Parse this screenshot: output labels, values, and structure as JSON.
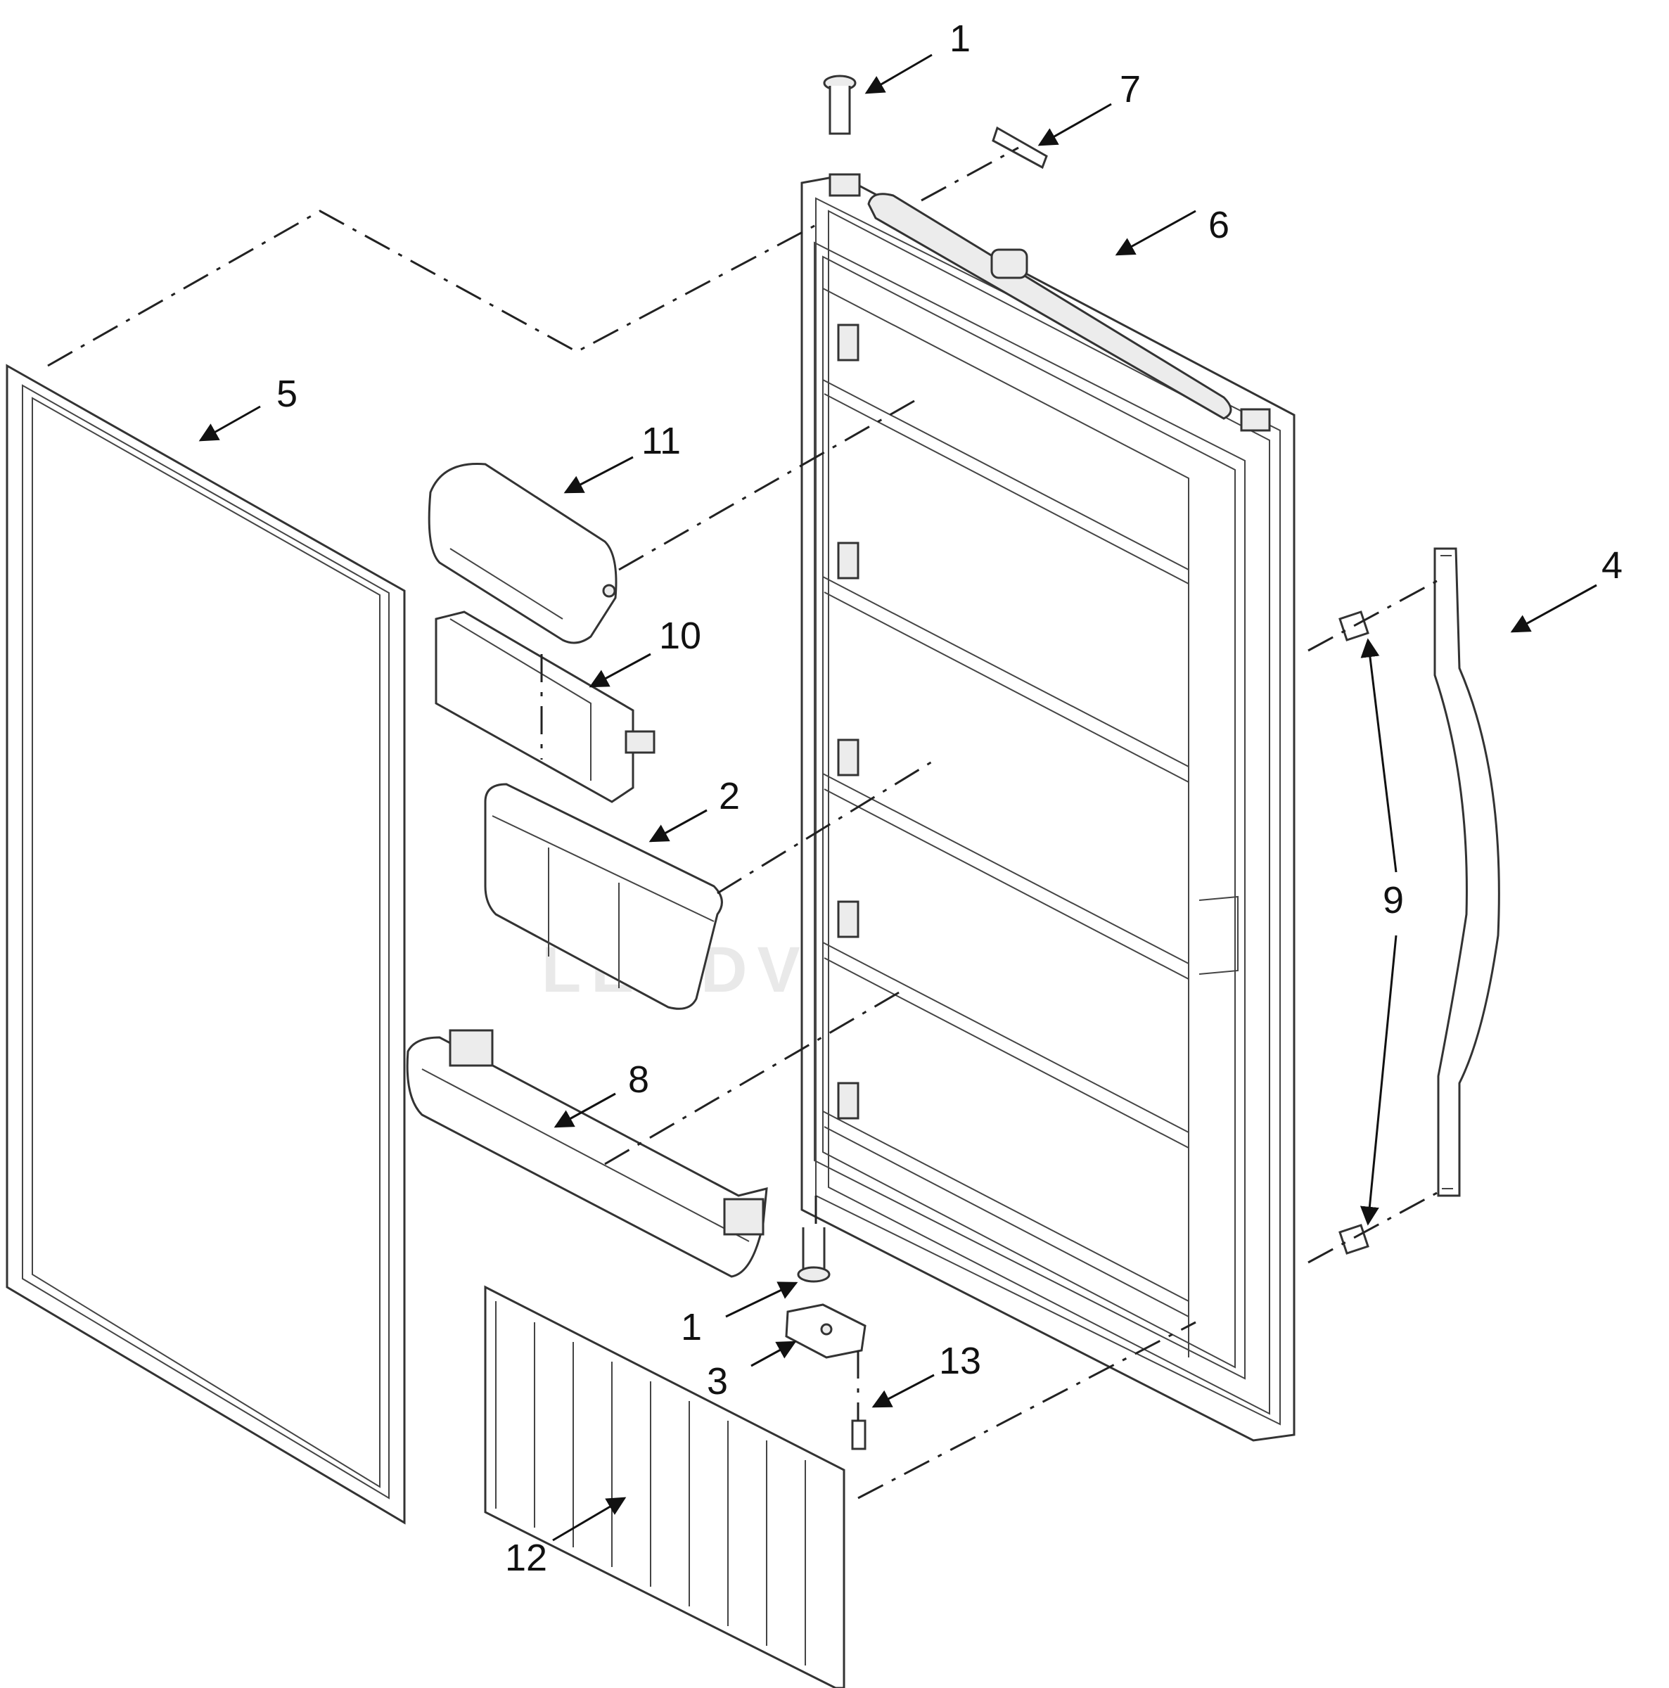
{
  "diagram": {
    "watermark": "LEADVENTURE",
    "callouts": [
      {
        "id": "callout-1-top",
        "text": "1"
      },
      {
        "id": "callout-7",
        "text": "7"
      },
      {
        "id": "callout-6",
        "text": "6"
      },
      {
        "id": "callout-5",
        "text": "5"
      },
      {
        "id": "callout-11",
        "text": "11"
      },
      {
        "id": "callout-10",
        "text": "10"
      },
      {
        "id": "callout-2",
        "text": "2"
      },
      {
        "id": "callout-4",
        "text": "4"
      },
      {
        "id": "callout-9",
        "text": "9"
      },
      {
        "id": "callout-8",
        "text": "8"
      },
      {
        "id": "callout-1-bottom",
        "text": "1"
      },
      {
        "id": "callout-3",
        "text": "3"
      },
      {
        "id": "callout-13",
        "text": "13"
      },
      {
        "id": "callout-12",
        "text": "12"
      }
    ]
  }
}
